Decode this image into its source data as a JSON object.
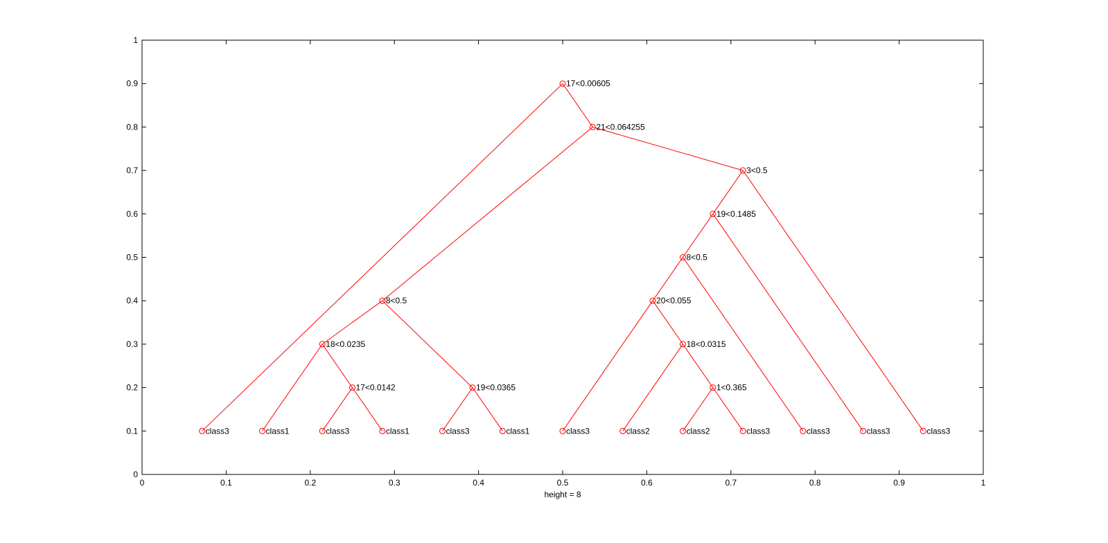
{
  "chart_data": {
    "type": "tree",
    "xlabel": "height = 8",
    "xlim": [
      0,
      1
    ],
    "ylim": [
      0,
      1
    ],
    "x_ticks": [
      "0",
      "0.1",
      "0.2",
      "0.3",
      "0.4",
      "0.5",
      "0.6",
      "0.7",
      "0.8",
      "0.9",
      "1"
    ],
    "y_ticks": [
      "0",
      "0.1",
      "0.2",
      "0.3",
      "0.4",
      "0.5",
      "0.6",
      "0.7",
      "0.8",
      "0.9",
      "1"
    ],
    "grid": false,
    "line_color": "#ff0000",
    "axis_color": "#000000",
    "nodes": [
      {
        "id": 0,
        "label": "17<0.00605",
        "x": 0.5,
        "y": 0.9,
        "parent": null
      },
      {
        "id": 1,
        "label": "21<0.064255",
        "x": 0.5357,
        "y": 0.8,
        "parent": 0
      },
      {
        "id": 2,
        "label": "class3",
        "x": 0.0714,
        "y": 0.1,
        "parent": 0
      },
      {
        "id": 3,
        "label": "8<0.5",
        "x": 0.2857,
        "y": 0.4,
        "parent": 1
      },
      {
        "id": 4,
        "label": "3<0.5",
        "x": 0.7143,
        "y": 0.7,
        "parent": 1
      },
      {
        "id": 5,
        "label": "18<0.0235",
        "x": 0.2143,
        "y": 0.3,
        "parent": 3
      },
      {
        "id": 6,
        "label": "19<0.0365",
        "x": 0.3929,
        "y": 0.2,
        "parent": 3
      },
      {
        "id": 7,
        "label": "class1",
        "x": 0.1429,
        "y": 0.1,
        "parent": 5
      },
      {
        "id": 8,
        "label": "17<0.0142",
        "x": 0.25,
        "y": 0.2,
        "parent": 5
      },
      {
        "id": 9,
        "label": "class3",
        "x": 0.2143,
        "y": 0.1,
        "parent": 8
      },
      {
        "id": 10,
        "label": "class1",
        "x": 0.2857,
        "y": 0.1,
        "parent": 8
      },
      {
        "id": 11,
        "label": "class3",
        "x": 0.3571,
        "y": 0.1,
        "parent": 6
      },
      {
        "id": 12,
        "label": "class1",
        "x": 0.4286,
        "y": 0.1,
        "parent": 6
      },
      {
        "id": 13,
        "label": "19<0.1485",
        "x": 0.6786,
        "y": 0.6,
        "parent": 4
      },
      {
        "id": 14,
        "label": "class3",
        "x": 0.9286,
        "y": 0.1,
        "parent": 4
      },
      {
        "id": 15,
        "label": "8<0.5",
        "x": 0.6429,
        "y": 0.5,
        "parent": 13
      },
      {
        "id": 16,
        "label": "class3",
        "x": 0.8571,
        "y": 0.1,
        "parent": 13
      },
      {
        "id": 17,
        "label": "20<0.055",
        "x": 0.6071,
        "y": 0.4,
        "parent": 15
      },
      {
        "id": 18,
        "label": "class3",
        "x": 0.7857,
        "y": 0.1,
        "parent": 15
      },
      {
        "id": 19,
        "label": "class3",
        "x": 0.5,
        "y": 0.1,
        "parent": 17
      },
      {
        "id": 20,
        "label": "18<0.0315",
        "x": 0.6429,
        "y": 0.3,
        "parent": 17
      },
      {
        "id": 21,
        "label": "class2",
        "x": 0.5714,
        "y": 0.1,
        "parent": 20
      },
      {
        "id": 22,
        "label": "1<0.365",
        "x": 0.6786,
        "y": 0.2,
        "parent": 20
      },
      {
        "id": 23,
        "label": "class2",
        "x": 0.6429,
        "y": 0.1,
        "parent": 22
      },
      {
        "id": 24,
        "label": "class3",
        "x": 0.7143,
        "y": 0.1,
        "parent": 22
      }
    ]
  }
}
